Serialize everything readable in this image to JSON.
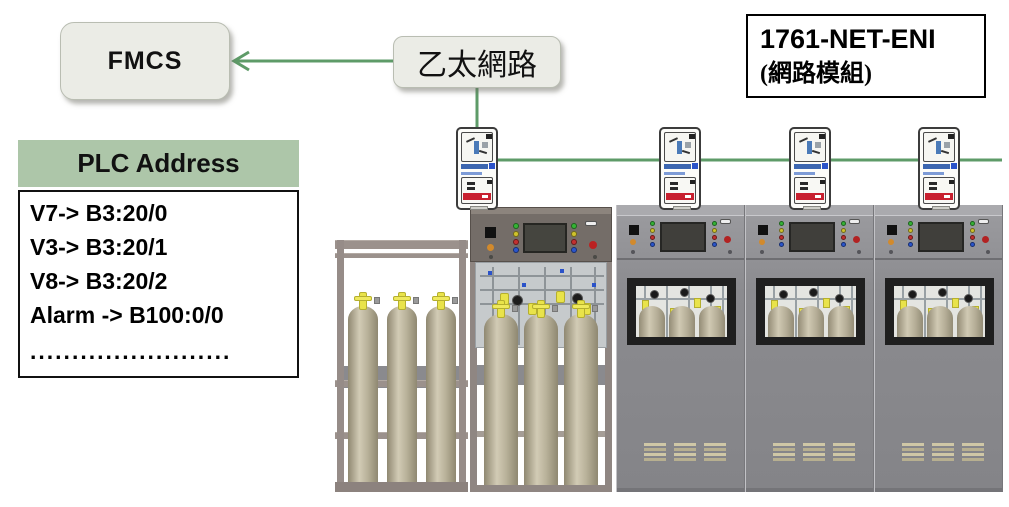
{
  "colors": {
    "connector_green": "#5e9b68",
    "node_fill": "#ebece6",
    "node_border": "#b9bdb2",
    "plc_header_bg": "#adc6a9",
    "cabinet_gray": "#8d8d91",
    "control_panel_dark": "#746d68",
    "cylinder_beige": "#c2bba3",
    "valve_yellow": "#e9e34a",
    "alarm_red": "#c8202f",
    "module_blue": "#3c66b0"
  },
  "fmcs": {
    "label": "FMCS"
  },
  "ethernet": {
    "label": "乙太網路"
  },
  "eni": {
    "line1": "1761-NET-ENI",
    "line2": "(網路模組)"
  },
  "plc": {
    "title": "PLC Address",
    "entries": [
      "V7-> B3:20/0",
      "V3-> B3:20/1",
      "V8-> B3:20/2",
      "Alarm -> B100:0/0",
      "........................"
    ]
  }
}
